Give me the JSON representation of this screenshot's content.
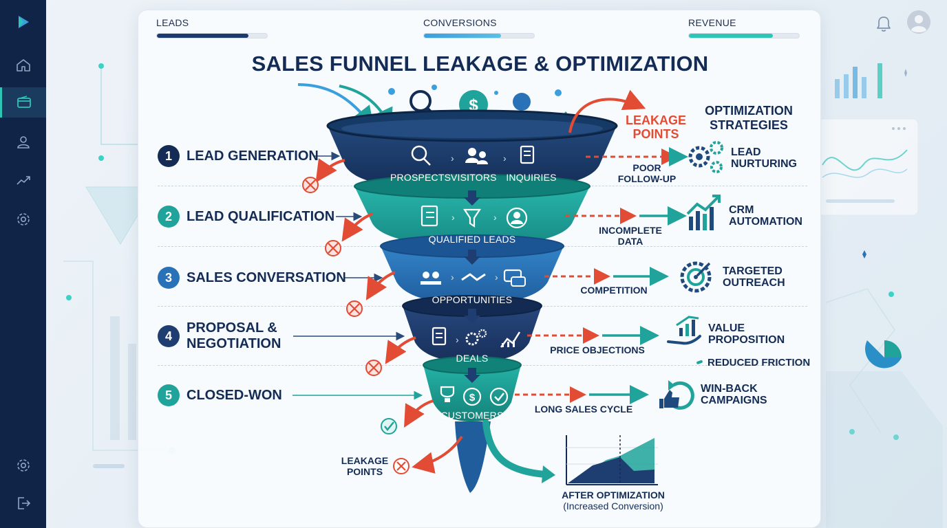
{
  "sidebar": {
    "logo": "play-logo-icon",
    "items": [
      {
        "icon": "home-icon"
      },
      {
        "icon": "wallet-icon",
        "active": true
      },
      {
        "icon": "user-icon"
      },
      {
        "icon": "trend-icon"
      },
      {
        "icon": "gear-icon"
      }
    ],
    "bottom": [
      {
        "icon": "gear-icon"
      },
      {
        "icon": "logout-icon"
      }
    ]
  },
  "topbar": {
    "icons": [
      "bell-icon",
      "avatar-icon"
    ]
  },
  "metrics": [
    {
      "label": "LEADS",
      "progress": 0.83,
      "color": "#1c3b6d"
    },
    {
      "label": "CONVERSIONS",
      "progress": 0.7,
      "color": "#3a9fdc"
    },
    {
      "label": "REVENUE",
      "progress": 0.76,
      "color": "#2ec4b6"
    }
  ],
  "title": "SALES FUNNEL LEAKAGE & OPTIMIZATION",
  "stages": [
    {
      "num": "1",
      "name": "LEAD GENERATION",
      "color": "#142c55"
    },
    {
      "num": "2",
      "name": "LEAD QUALIFICATION",
      "color": "#1fa39a"
    },
    {
      "num": "3",
      "name": "SALES CONVERSATION",
      "color": "#2a72b8"
    },
    {
      "num": "4",
      "name": "PROPOSAL &",
      "name2": "NEGOTIATION",
      "color": "#1e3d70"
    },
    {
      "num": "5",
      "name": "CLOSED-WON",
      "color": "#1fa39a"
    }
  ],
  "funnel": {
    "level1": [
      "PROSPECTS",
      "VISITORS",
      "INQUIRIES"
    ],
    "level2": "QUALIFIED LEADS",
    "level3": "OPPORTUNITIES",
    "level4": "DEALS",
    "level5": "CUSTOMERS",
    "colors": [
      "#1b3a66",
      "#1fa39a",
      "#2a72b8",
      "#1e3d70",
      "#1fa39a"
    ]
  },
  "leakage": {
    "title_line1": "LEAKAGE",
    "title_line2": "POINTS",
    "items": [
      {
        "line1": "POOR",
        "line2": "FOLLOW-UP"
      },
      {
        "line1": "INCOMPLETE",
        "line2": "DATA"
      },
      {
        "line1": "COMPETITION"
      },
      {
        "line1": "PRICE OBJECTIONS"
      },
      {
        "line1": "LONG SALES CYCLE"
      }
    ],
    "bottom_line1": "LEAKAGE",
    "bottom_line2": "POINTS"
  },
  "optimization": {
    "title_line1": "OPTIMIZATION",
    "title_line2": "STRATEGIES",
    "items": [
      {
        "line1": "LEAD",
        "line2": "NURTURING",
        "icon": "gears-icon"
      },
      {
        "line1": "CRM",
        "line2": "AUTOMATION",
        "icon": "growth-chart-icon"
      },
      {
        "line1": "TARGETED",
        "line2": "OUTREACH",
        "icon": "target-icon"
      },
      {
        "line1": "VALUE",
        "line2": "PROPOSITION",
        "icon": "hand-chart-icon"
      },
      {
        "line1": "WIN-BACK",
        "line2": "CAMPAIGNS",
        "icon": "refresh-thumb-icon"
      }
    ],
    "extra": "REDUCED FRICTION"
  },
  "after": {
    "line1": "AFTER OPTIMIZATION",
    "line2": "(Increased Conversion)"
  },
  "colors": {
    "navy": "#142c55",
    "teal": "#1fa39a",
    "blue": "#2a72b8",
    "red": "#e24b34",
    "sidebar": "#0f2447"
  }
}
